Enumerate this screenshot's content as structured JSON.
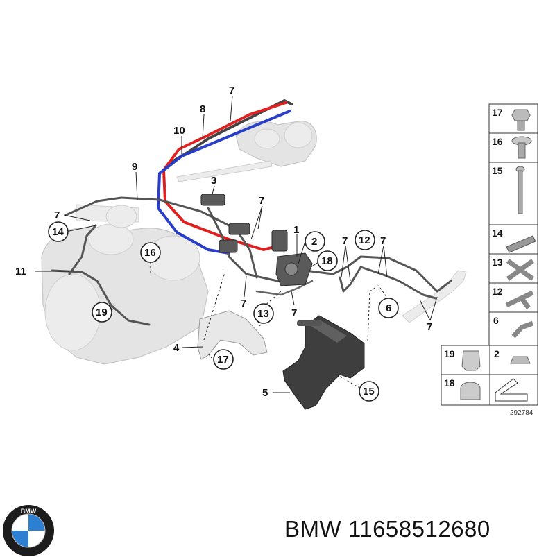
{
  "diagram": {
    "callouts": {
      "c7_top": "7",
      "c8": "8",
      "c10": "10",
      "c9": "9",
      "c3": "3",
      "c7_left": "7",
      "c14": "14",
      "c11": "11",
      "c16": "16",
      "c19": "19",
      "c7_mid": "7",
      "c1": "1",
      "c2": "2",
      "c18": "18",
      "c7_a": "7",
      "c12": "12",
      "c7_b": "7",
      "c7_c": "7",
      "c13": "13",
      "c7_d": "7",
      "c6": "6",
      "c7_e": "7",
      "c4": "4",
      "c17": "17",
      "c5": "5",
      "c15": "15"
    },
    "legend": {
      "cells": [
        {
          "label": "17"
        },
        {
          "label": "16"
        },
        {
          "label": "15"
        },
        {
          "label": "14"
        },
        {
          "label": "13"
        },
        {
          "label": "12"
        },
        {
          "label": "6"
        },
        {
          "label": "19"
        },
        {
          "label": "2"
        },
        {
          "label": "18"
        }
      ],
      "ref_number": "292784"
    }
  },
  "brand": {
    "logo_text": "BMW",
    "caption": "BMW 11658512680"
  },
  "colors": {
    "red_hose": "#e02020",
    "blue_hose": "#2a3fc9",
    "dark_part": "#4a4a4a",
    "ghost": "#e4e4e4"
  }
}
